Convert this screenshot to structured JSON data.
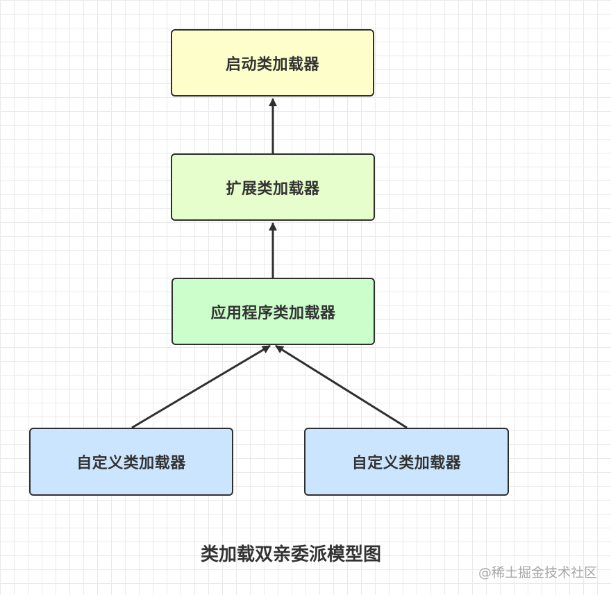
{
  "diagram": {
    "nodes": {
      "bootstrap": {
        "label": "启动类加载器",
        "fill": "#fefecb"
      },
      "extension": {
        "label": "扩展类加载器",
        "fill": "#e6fecb"
      },
      "application": {
        "label": "应用程序类加载器",
        "fill": "#ccfecb"
      },
      "custom_left": {
        "label": "自定义类加载器",
        "fill": "#cce5fe"
      },
      "custom_right": {
        "label": "自定义类加载器",
        "fill": "#cce5fe"
      }
    },
    "edges": [
      {
        "from": "extension",
        "to": "bootstrap"
      },
      {
        "from": "application",
        "to": "extension"
      },
      {
        "from": "custom_left",
        "to": "application"
      },
      {
        "from": "custom_right",
        "to": "application"
      }
    ],
    "edge_color": "#2f2f2f",
    "caption": "类加载双亲委派模型图"
  },
  "watermark": "@稀土掘金技术社区"
}
